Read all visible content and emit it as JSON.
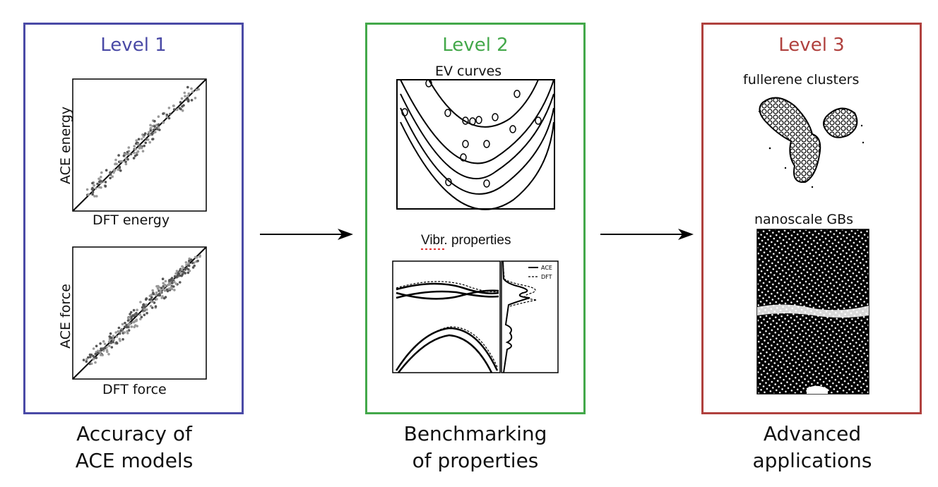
{
  "colors": {
    "level1": "#4a4aa6",
    "level2": "#43a84a",
    "level3": "#b0413e"
  },
  "level1": {
    "title": "Level 1",
    "plot_top": {
      "xlabel": "DFT energy",
      "ylabel": "ACE energy"
    },
    "plot_bottom": {
      "xlabel": "DFT force",
      "ylabel": "ACE force"
    },
    "caption": "Accuracy of\nACE models"
  },
  "level2": {
    "title": "Level 2",
    "ev_title": "EV curves",
    "vibr_title": "Vibr. properties",
    "legend": {
      "ace": "ACE",
      "dft": "DFT"
    },
    "caption": "Benchmarking\nof properties"
  },
  "level3": {
    "title": "Level 3",
    "fullerene_title": "fullerene clusters",
    "gb_title": "nanoscale GBs",
    "caption": "Advanced\napplications"
  }
}
